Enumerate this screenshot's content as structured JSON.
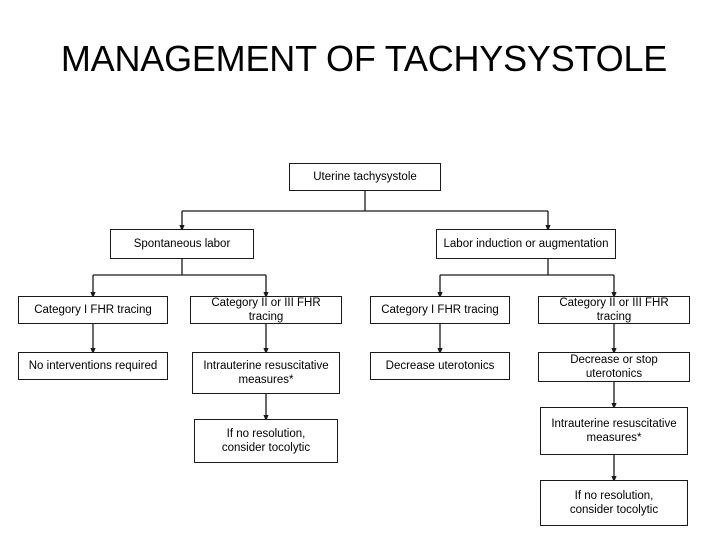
{
  "slide": {
    "title": "MANAGEMENT OF TACHYSYSTOLE",
    "background_color": "#ffffff",
    "text_color": "#000000"
  },
  "chart_data": {
    "type": "diagram",
    "diagram_kind": "flowchart",
    "title": "MANAGEMENT OF TACHYSYSTOLE",
    "orientation": "top-down",
    "line_color": "#1a1a1a",
    "node_fill": "#ffffff",
    "footnote_marker": "*",
    "nodes": [
      {
        "id": "root",
        "label": "Uterine tachysystole",
        "level": 0
      },
      {
        "id": "spont",
        "label": "Spontaneous labor",
        "level": 1
      },
      {
        "id": "induct",
        "label": "Labor induction or augmentation",
        "level": 1
      },
      {
        "id": "catI_L",
        "label": "Category I FHR tracing",
        "level": 2
      },
      {
        "id": "catIII_L",
        "label": "Category II or III FHR tracing",
        "level": 2
      },
      {
        "id": "catI_R",
        "label": "Category I FHR tracing",
        "level": 2
      },
      {
        "id": "catIII_R",
        "label": "Category II or III FHR tracing",
        "level": 2
      },
      {
        "id": "nointerv",
        "label": "No interventions required",
        "level": 3
      },
      {
        "id": "iur_L",
        "label": "Intrauterine resuscitative\nmeasures*",
        "level": 3
      },
      {
        "id": "decr",
        "label": "Decrease uterotonics",
        "level": 3
      },
      {
        "id": "decrstop",
        "label": "Decrease or stop uterotonics",
        "level": 3
      },
      {
        "id": "tocol_L",
        "label": "If no resolution,\nconsider tocolytic",
        "level": 4
      },
      {
        "id": "iur_R",
        "label": "Intrauterine resuscitative\nmeasures*",
        "level": 4
      },
      {
        "id": "tocol_R",
        "label": "If no resolution,\nconsider tocolytic",
        "level": 5
      }
    ],
    "edges": [
      {
        "from": "root",
        "to": "spont"
      },
      {
        "from": "root",
        "to": "induct"
      },
      {
        "from": "spont",
        "to": "catI_L"
      },
      {
        "from": "spont",
        "to": "catIII_L"
      },
      {
        "from": "induct",
        "to": "catI_R"
      },
      {
        "from": "induct",
        "to": "catIII_R"
      },
      {
        "from": "catI_L",
        "to": "nointerv"
      },
      {
        "from": "catIII_L",
        "to": "iur_L"
      },
      {
        "from": "catI_R",
        "to": "decr"
      },
      {
        "from": "catIII_R",
        "to": "decrstop"
      },
      {
        "from": "iur_L",
        "to": "tocol_L"
      },
      {
        "from": "decrstop",
        "to": "iur_R"
      },
      {
        "from": "iur_R",
        "to": "tocol_R"
      }
    ]
  }
}
